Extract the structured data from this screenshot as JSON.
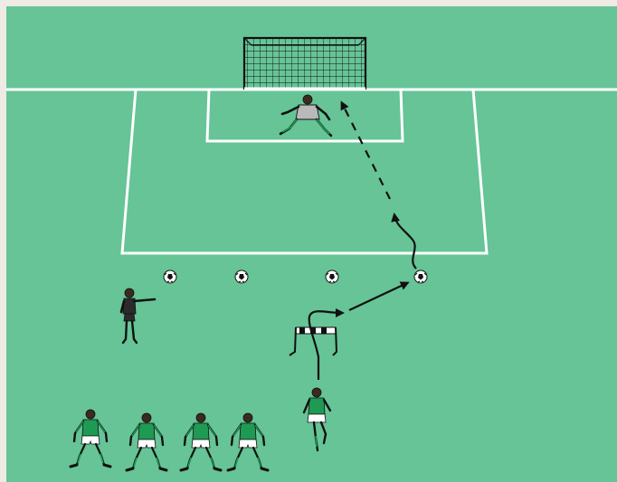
{
  "diagram": {
    "type": "football-training-drill",
    "colors": {
      "border": "#eeeae4",
      "pitch": "#66c497",
      "line": "#ffffff",
      "net": "#111111",
      "kit_green": "#1f9a52",
      "kit_shorts": "#ffffff",
      "coach_kit": "#2b2b2b",
      "keeper_kit": "#b9b9b9",
      "arrow": "#111111"
    },
    "elements": {
      "goal": "goal-icon",
      "goalkeeper": "goalkeeper-icon",
      "coach": "coach-icon",
      "hurdle": "hurdle-icon",
      "ball": "ball-icon",
      "player": "player-icon"
    },
    "counts": {
      "balls": 4,
      "hurdles": 1,
      "waiting_players": 4,
      "active_players": 1,
      "coaches": 1,
      "goalkeepers": 1
    }
  }
}
